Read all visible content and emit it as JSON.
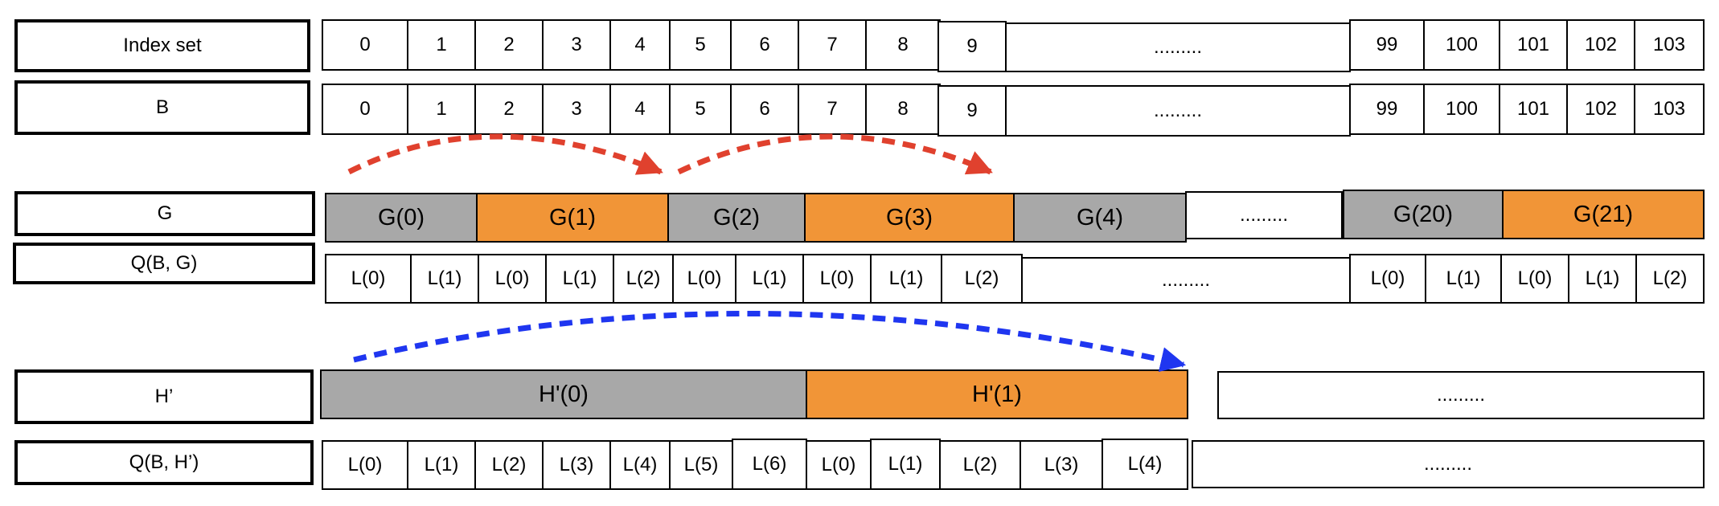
{
  "colors": {
    "gray": "#a8a8a8",
    "orange": "#f19537",
    "red_arrow": "#e0412e",
    "blue_arrow": "#1f36f0"
  },
  "row_labels": {
    "index_set": "Index set",
    "b": "B",
    "g": "G",
    "q_b_g": "Q(B, G)",
    "h_prime": "H’",
    "q_b_h": "Q(B, H’)"
  },
  "index_set": [
    "0",
    "1",
    "2",
    "3",
    "4",
    "5",
    "6",
    "7",
    "8",
    "9",
    ".........",
    "99",
    "100",
    "101",
    "102",
    "103"
  ],
  "b": [
    "0",
    "1",
    "2",
    "3",
    "4",
    "5",
    "6",
    "7",
    "8",
    "9",
    ".........",
    "99",
    "100",
    "101",
    "102",
    "103"
  ],
  "g": [
    {
      "text": "G(0)",
      "fill": "gray"
    },
    {
      "text": "G(1)",
      "fill": "orange"
    },
    {
      "text": "G(2)",
      "fill": "gray"
    },
    {
      "text": "G(3)",
      "fill": "orange"
    },
    {
      "text": "G(4)",
      "fill": "gray"
    },
    {
      "text": ".........",
      "fill": "plain"
    },
    {
      "text": "G(20)",
      "fill": "gray"
    },
    {
      "text": "G(21)",
      "fill": "orange"
    }
  ],
  "q_b_g": [
    "L(0)",
    "L(1)",
    "L(0)",
    "L(1)",
    "L(2)",
    "L(0)",
    "L(1)",
    "L(0)",
    "L(1)",
    "L(2)",
    ".........",
    "L(0)",
    "L(1)",
    "L(0)",
    "L(1)",
    "L(2)"
  ],
  "h_prime": [
    {
      "text": "H'(0)",
      "fill": "gray"
    },
    {
      "text": "H'(1)",
      "fill": "orange"
    },
    {
      "text": ".........",
      "fill": "plain"
    }
  ],
  "q_b_h": [
    "L(0)",
    "L(1)",
    "L(2)",
    "L(3)",
    "L(4)",
    "L(5)",
    "L(6)",
    "L(0)",
    "L(1)",
    "L(2)",
    "L(3)",
    "L(4)",
    "........."
  ]
}
